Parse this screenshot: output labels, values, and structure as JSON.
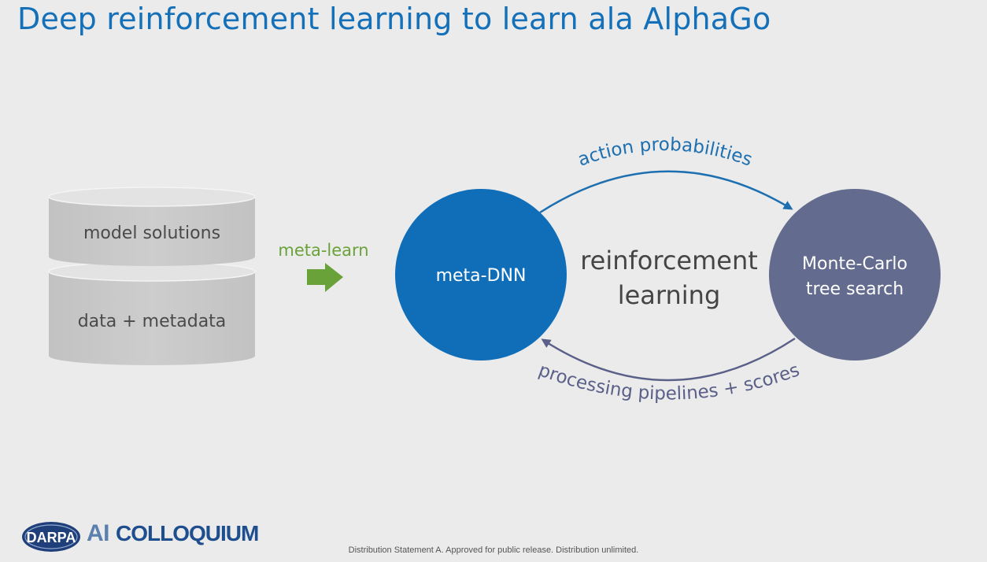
{
  "slide": {
    "title": "Deep reinforcement learning to learn ala AlphaGo",
    "footer": "Distribution Statement A. Approved for public release. Distribution unlimited."
  },
  "diagram": {
    "cylinder_top_label": "model solutions",
    "cylinder_bottom_label": "data + metadata",
    "arrow_label": "meta-learn",
    "left_node": "meta-DNN",
    "center_label_line1": "reinforcement",
    "center_label_line2": "learning",
    "right_node_line1": "Monte-Carlo",
    "right_node_line2": "tree search",
    "top_edge_label": "action probabilities",
    "bottom_edge_label": "processing pipelines + scores"
  },
  "logo": {
    "badge": "DARPA",
    "ai": "AI",
    "colloquium": "COLLOQUIUM"
  },
  "colors": {
    "title_blue": "#1470b8",
    "meta_dnn_blue": "#106eb9",
    "mcts_slate": "#636b8e",
    "arrow_green": "#6aa23a",
    "cylinder_gray": "#c9c9c9"
  }
}
